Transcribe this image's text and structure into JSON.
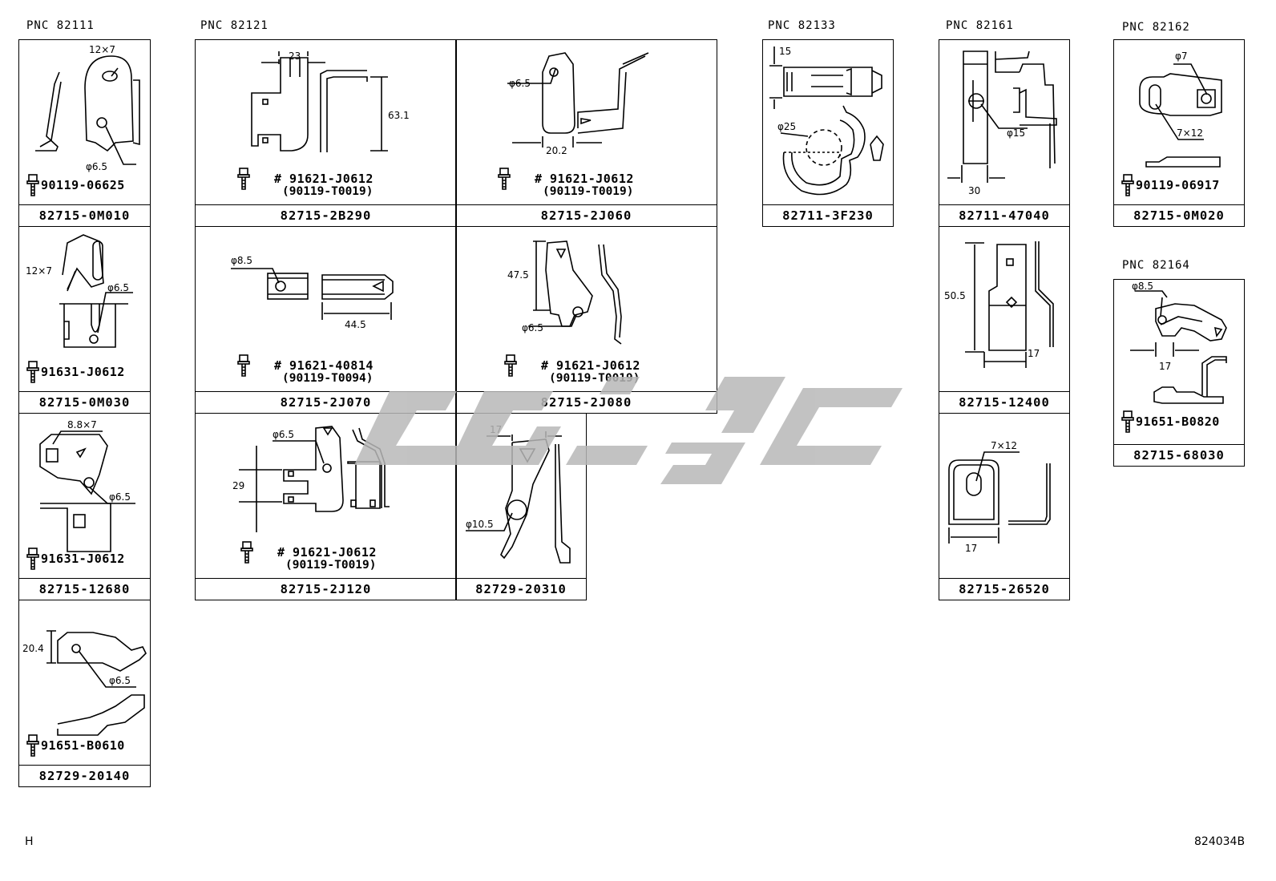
{
  "pnc_labels": [
    "PNC 82111",
    "PNC 82121",
    "PNC 82133",
    "PNC 82161",
    "PNC 82162",
    "PNC 82164"
  ],
  "parts": {
    "p1": {
      "pn": "82715-0M010",
      "bolt": "90119-06625",
      "dims": [
        "12×7",
        "φ6.5"
      ]
    },
    "p2": {
      "pn": "82715-0M030",
      "bolt": "91631-J0612",
      "dims": [
        "12×7",
        "φ6.5"
      ]
    },
    "p3": {
      "pn": "82715-12680",
      "bolt": "91631-J0612",
      "dims": [
        "8.8×7",
        "φ6.5"
      ]
    },
    "p4": {
      "pn": "82729-20140",
      "bolt": "91651-B0610",
      "dims": [
        "20.4",
        "φ6.5"
      ]
    },
    "p5": {
      "pn": "82715-2B290",
      "bolt": "# 91621-J0612",
      "bolt_sub": "(90119-T0019)",
      "dims": [
        "23",
        "63.1"
      ]
    },
    "p6": {
      "pn": "82715-2J060",
      "bolt": "# 91621-J0612",
      "bolt_sub": "(90119-T0019)",
      "dims": [
        "φ6.5",
        "20.2"
      ]
    },
    "p7": {
      "pn": "82715-2J070",
      "bolt": "# 91621-40814",
      "bolt_sub": "(90119-T0094)",
      "dims": [
        "φ8.5",
        "44.5"
      ]
    },
    "p8": {
      "pn": "82715-2J080",
      "bolt": "# 91621-J0612",
      "bolt_sub": "(90119-T0019)",
      "dims": [
        "47.5",
        "φ6.5"
      ]
    },
    "p9": {
      "pn": "82715-2J120",
      "bolt": "# 91621-J0612",
      "bolt_sub": "(90119-T0019)",
      "dims": [
        "φ6.5",
        "29"
      ]
    },
    "p10": {
      "pn": "82729-20310",
      "dims": [
        "17",
        "φ10.5"
      ]
    },
    "p11": {
      "pn": "82711-3F230",
      "dims": [
        "15",
        "φ25"
      ]
    },
    "p12": {
      "pn": "82711-47040",
      "dims": [
        "φ15",
        "30"
      ]
    },
    "p13": {
      "pn": "82715-12400",
      "dims": [
        "50.5",
        "17"
      ]
    },
    "p14": {
      "pn": "82715-26520",
      "dims": [
        "7×12",
        "17"
      ]
    },
    "p15": {
      "pn": "82715-0M020",
      "bolt": "90119-06917",
      "dims": [
        "φ7",
        "7×12"
      ]
    },
    "p16": {
      "pn": "82715-68030",
      "bolt": "91651-B0820",
      "dims": [
        "φ8.5",
        "17"
      ]
    }
  },
  "footer": {
    "left": "H",
    "right": "824034B"
  },
  "watermark_color": "#b8b8b8"
}
